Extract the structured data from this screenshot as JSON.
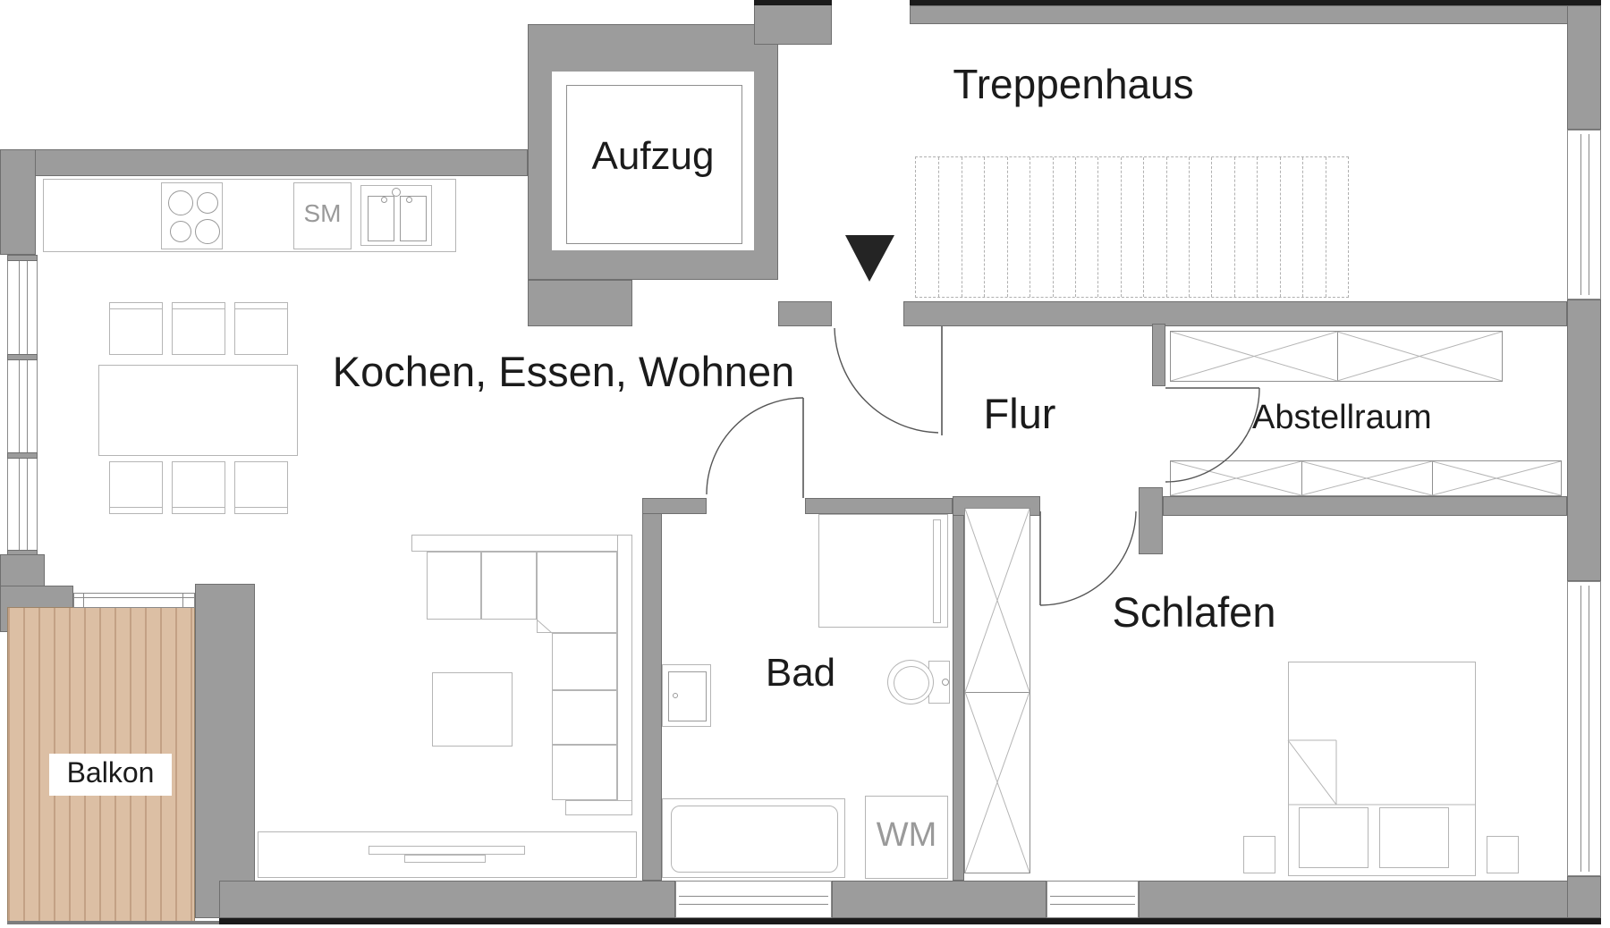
{
  "labels": {
    "treppenhaus": "Treppenhaus",
    "aufzug": "Aufzug",
    "wohnen": "Kochen, Essen, Wohnen",
    "flur": "Flur",
    "abstellraum": "Abstellraum",
    "bad": "Bad",
    "schlafen": "Schlafen",
    "balkon": "Balkon"
  },
  "appliances": {
    "dishwasher": "SM",
    "washing_machine": "WM"
  },
  "stairs": {
    "steps": 19
  },
  "colors": {
    "wall": "#9c9c9c",
    "wallBorder": "#6f6f6f",
    "line": "#b5b5b5",
    "line2": "#8f8f8f",
    "ink": "#1b1b1b",
    "muted": "#9a9a9a",
    "deck": "#dcbfa4",
    "deckStripe": "#c3a185"
  }
}
